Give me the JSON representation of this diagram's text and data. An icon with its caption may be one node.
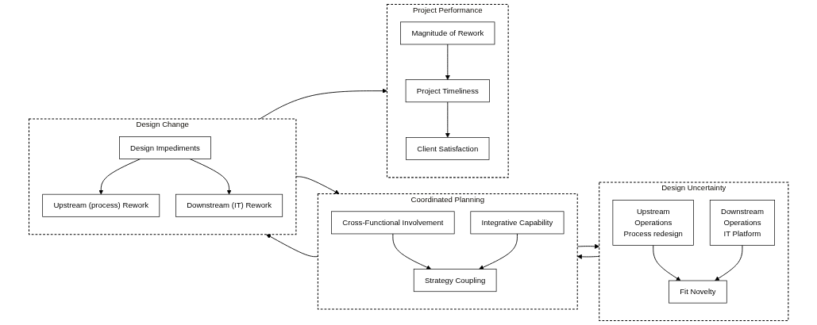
{
  "diagram": {
    "nodes": [
      {
        "text": [
          "Design Uncertainty"
        ]
      },
      {
        "text": [
          "Upstream",
          "Operations",
          "Process redesign"
        ],
        "in": 0
      },
      {
        "text": [
          "Fit Novelty"
        ],
        "in": 0
      },
      {
        "text": [
          "Downstream",
          "Operations",
          "IT Platform"
        ],
        "in": 0
      },
      {
        "text": [
          "Coordinated Planning"
        ]
      },
      {
        "text": [
          "Cross-Functional Involvement"
        ],
        "in": 4
      },
      {
        "text": [
          "Strategy Coupling"
        ],
        "in": 4
      },
      {
        "text": [
          "Integrative Capability"
        ],
        "in": 4
      },
      {
        "text": [
          "Design Change"
        ]
      },
      {
        "text": [
          "Upstream (process) Rework"
        ],
        "in": 8
      },
      {
        "text": [
          "Design Impediments"
        ],
        "in": 8
      },
      {
        "text": [
          "Downstream (IT) Rework"
        ],
        "in": 8
      },
      {
        "text": [
          "Project Performance"
        ]
      },
      {
        "text": [
          "Client Satisfaction"
        ],
        "in": 12
      },
      {
        "text": [
          "Project Timeliness"
        ],
        "in": 12
      },
      {
        "text": [
          "Magnitude of Rework"
        ],
        "in": 12
      }
    ],
    "edges": [
      {
        "from": 1,
        "to": 2,
        "arrow": "to"
      },
      {
        "from": 3,
        "to": 2,
        "arrow": "to"
      },
      {
        "from": 0,
        "to": 4,
        "arrow": "to"
      },
      {
        "from": 4,
        "to": 0,
        "arrow": "to"
      },
      {
        "from": 5,
        "to": 6,
        "arrow": "to"
      },
      {
        "from": 7,
        "to": 6,
        "arrow": "to"
      },
      {
        "from": 4,
        "to": 8,
        "arrow": "to"
      },
      {
        "from": 8,
        "to": 4,
        "arrow": "to"
      },
      {
        "from": 10,
        "to": 9,
        "arrow": "to"
      },
      {
        "from": 10,
        "to": 11,
        "arrow": "to"
      },
      {
        "from": 8,
        "to": 12,
        "arrow": "to"
      },
      {
        "from": 15,
        "to": 14,
        "arrow": "to"
      },
      {
        "from": 14,
        "to": 13,
        "arrow": "to"
      }
    ]
  }
}
